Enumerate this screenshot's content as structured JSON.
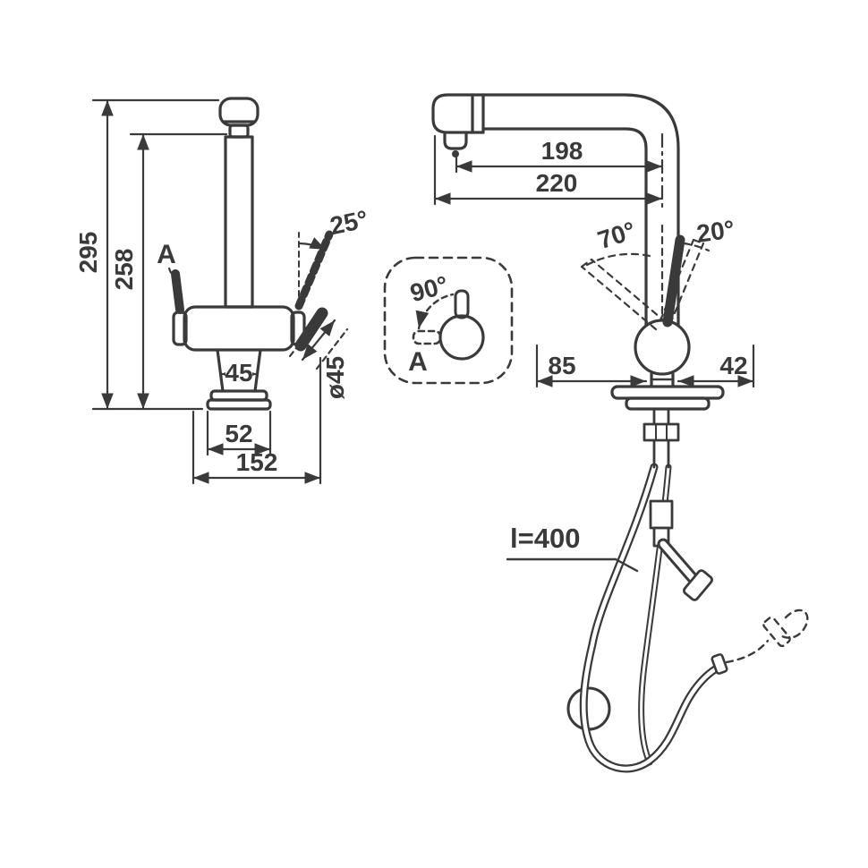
{
  "page": {
    "background": "#ffffff",
    "line_color": "#3a3a3a"
  },
  "front_view": {
    "dim_height_total": "295",
    "dim_height_spout": "258",
    "angle_handle": "25°",
    "dim_width_inner": "45",
    "dim_width_base": "52",
    "dim_width_overall": "152",
    "dim_body_diameter": "ø45",
    "marker_label": "A"
  },
  "detail_view": {
    "angle_rotation": "90°",
    "view_label": "A"
  },
  "side_view": {
    "dim_spout_reach": "198",
    "dim_overall_reach": "220",
    "angle_forward": "70°",
    "angle_back": "20°",
    "dim_offset_front": "85",
    "dim_offset_back": "42",
    "hose_length_label": "l=400"
  }
}
